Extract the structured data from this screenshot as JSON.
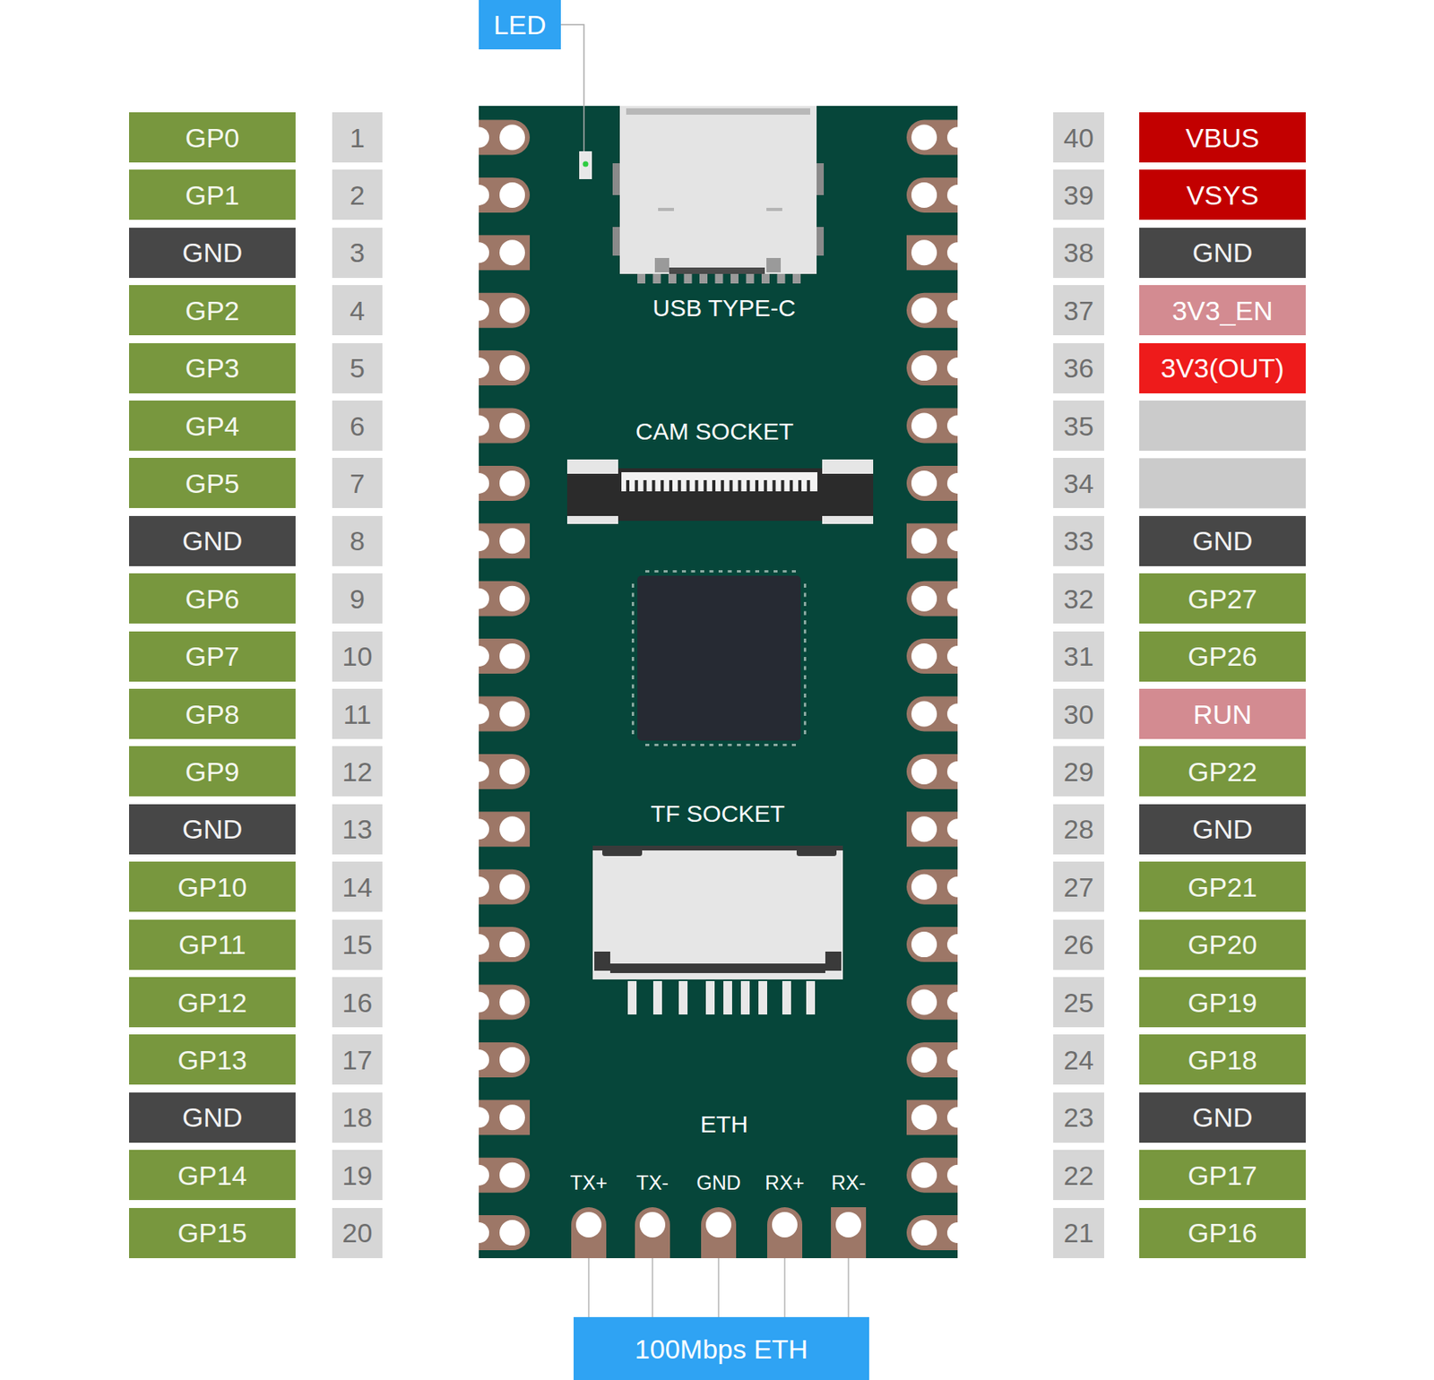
{
  "diagram": {
    "nodes": [
      {
        "text": [
          "LED"
        ]
      },
      {
        "text": [
          "GP0"
        ]
      },
      {
        "text": [
          "1"
        ]
      },
      {
        "text": [
          "40"
        ]
      },
      {
        "text": [
          "VBUS"
        ]
      },
      {
        "text": [
          "GP1"
        ]
      },
      {
        "text": [
          "2"
        ]
      },
      {
        "text": [
          "39"
        ]
      },
      {
        "text": [
          "VSYS"
        ]
      },
      {
        "text": [
          "GND"
        ]
      },
      {
        "text": [
          "3"
        ]
      },
      {
        "text": [
          "38"
        ]
      },
      {
        "text": [
          "GND"
        ]
      },
      {
        "text": [
          "GP2"
        ]
      },
      {
        "text": [
          "4"
        ]
      },
      {
        "text": [
          "37"
        ]
      },
      {
        "text": [
          "3V3_EN"
        ]
      },
      {
        "text": [
          "GP3"
        ]
      },
      {
        "text": [
          "5"
        ]
      },
      {
        "text": [
          "36"
        ]
      },
      {
        "text": [
          "3V3(OUT)"
        ]
      },
      {
        "text": [
          "GP4"
        ]
      },
      {
        "text": [
          "6"
        ]
      },
      {
        "text": [
          "35"
        ]
      },
      {
        "text": [
          "GP5"
        ]
      },
      {
        "text": [
          "7"
        ]
      },
      {
        "text": [
          "34"
        ]
      },
      {
        "text": [
          "GND"
        ]
      },
      {
        "text": [
          "8"
        ]
      },
      {
        "text": [
          "33"
        ]
      },
      {
        "text": [
          "GND"
        ]
      },
      {
        "text": [
          "GP6"
        ]
      },
      {
        "text": [
          "9"
        ]
      },
      {
        "text": [
          "32"
        ]
      },
      {
        "text": [
          "GP27"
        ]
      },
      {
        "text": [
          "GP7"
        ]
      },
      {
        "text": [
          "10"
        ]
      },
      {
        "text": [
          "31"
        ]
      },
      {
        "text": [
          "GP26"
        ]
      },
      {
        "text": [
          "GP8"
        ]
      },
      {
        "text": [
          "11"
        ]
      },
      {
        "text": [
          "30"
        ]
      },
      {
        "text": [
          "RUN"
        ]
      },
      {
        "text": [
          "GP9"
        ]
      },
      {
        "text": [
          "12"
        ]
      },
      {
        "text": [
          "29"
        ]
      },
      {
        "text": [
          "GP22"
        ]
      },
      {
        "text": [
          "GND"
        ]
      },
      {
        "text": [
          "13"
        ]
      },
      {
        "text": [
          "28"
        ]
      },
      {
        "text": [
          "GND"
        ]
      },
      {
        "text": [
          "GP10"
        ]
      },
      {
        "text": [
          "14"
        ]
      },
      {
        "text": [
          "27"
        ]
      },
      {
        "text": [
          "GP21"
        ]
      },
      {
        "text": [
          "GP11"
        ]
      },
      {
        "text": [
          "15"
        ]
      },
      {
        "text": [
          "26"
        ]
      },
      {
        "text": [
          "GP20"
        ]
      },
      {
        "text": [
          "GP12"
        ]
      },
      {
        "text": [
          "16"
        ]
      },
      {
        "text": [
          "25"
        ]
      },
      {
        "text": [
          "GP19"
        ]
      },
      {
        "text": [
          "GP13"
        ]
      },
      {
        "text": [
          "17"
        ]
      },
      {
        "text": [
          "24"
        ]
      },
      {
        "text": [
          "GP18"
        ]
      },
      {
        "text": [
          "GND"
        ]
      },
      {
        "text": [
          "18"
        ]
      },
      {
        "text": [
          "23"
        ]
      },
      {
        "text": [
          "GND"
        ]
      },
      {
        "text": [
          "GP14"
        ]
      },
      {
        "text": [
          "19"
        ]
      },
      {
        "text": [
          "22"
        ]
      },
      {
        "text": [
          "GP17"
        ]
      },
      {
        "text": [
          "GP15"
        ]
      },
      {
        "text": [
          "20"
        ]
      },
      {
        "text": [
          "21"
        ]
      },
      {
        "text": [
          "GP16"
        ]
      },
      {
        "text": [
          "100Mbps ETH"
        ]
      }
    ],
    "labels": [
      "USB TYPE-C",
      "CAM SOCKET",
      "TF SOCKET",
      "ETH",
      "TX+",
      "TX-",
      "GND",
      "RX+",
      "RX-"
    ]
  }
}
